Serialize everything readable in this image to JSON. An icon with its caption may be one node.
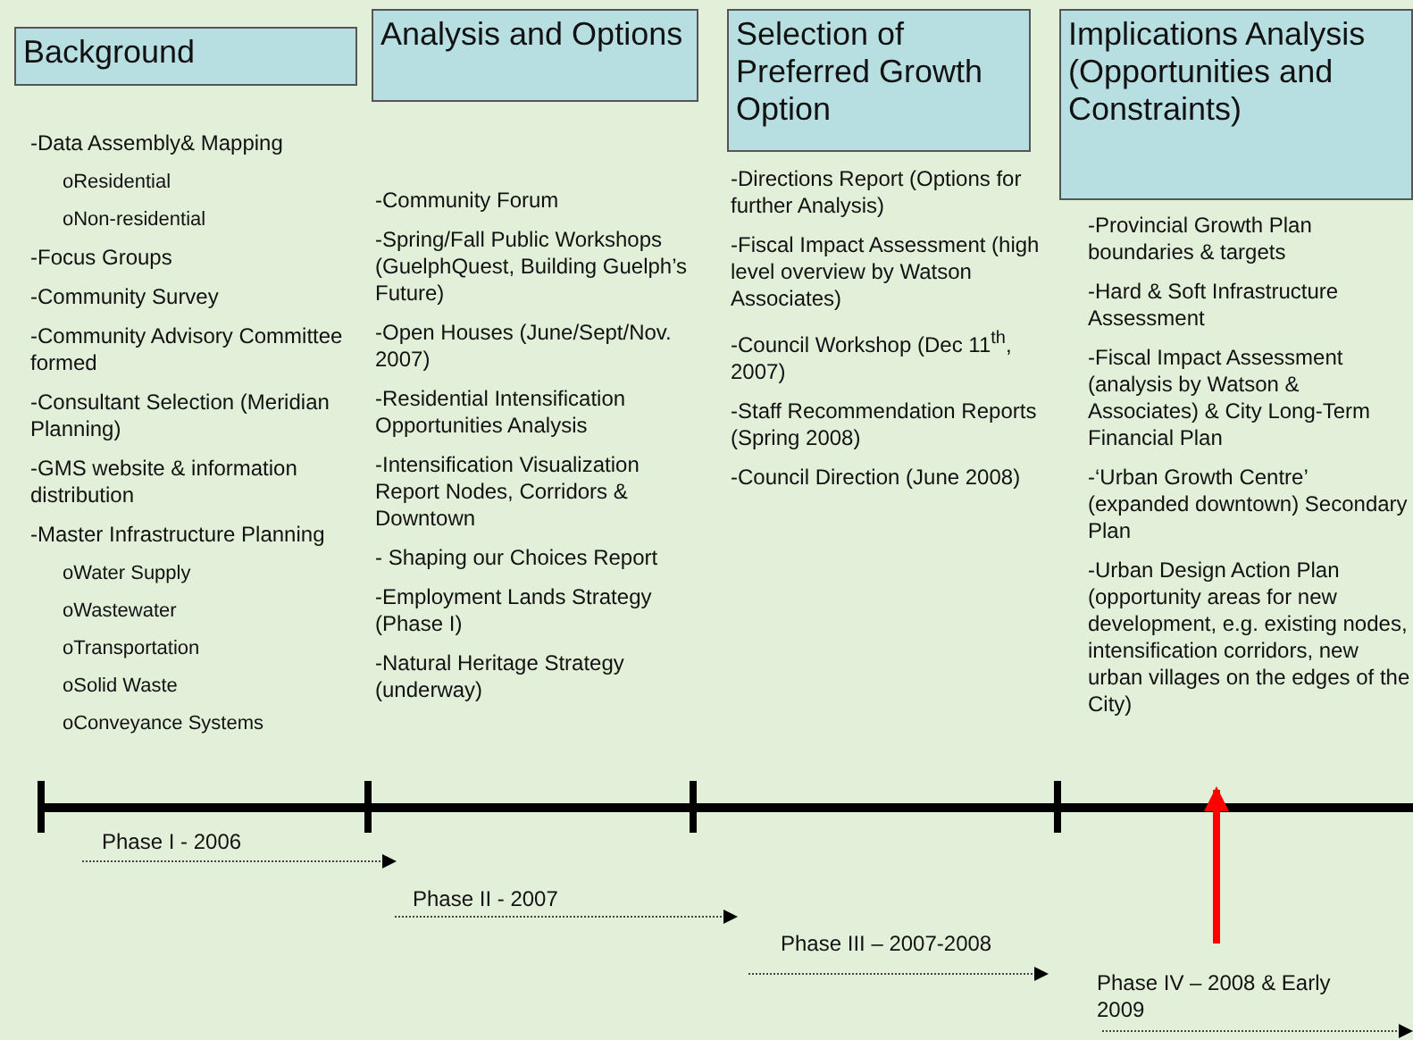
{
  "diagram": {
    "nodes": [
      {
        "text": [
          "Background"
        ],
        "beside": [
          "-Data Assembly& Mapping",
          "oResidential",
          "oNon-residential",
          "-Focus Groups",
          "-Community Survey",
          "-Community Advisory Committee formed",
          "-Consultant Selection (Meridian Planning)",
          "-GMS website & information distribution",
          "-Master Infrastructure Planning",
          "oWater Supply",
          "oWastewater",
          "oTransportation",
          "oSolid Waste",
          "oConveyance Systems"
        ]
      },
      {
        "text": [
          "Analysis and Options"
        ],
        "beside": [
          "-Community Forum",
          "-Spring/Fall Public Workshops (GuelphQuest, Building Guelph’s Future)",
          "-Open Houses (June/Sept/Nov. 2007)",
          "-Residential Intensification Opportunities Analysis",
          "-Intensification Visualization Report Nodes, Corridors & Downtown",
          "- Shaping our Choices Report",
          "-Employment Lands Strategy (Phase I)",
          "-Natural Heritage Strategy (underway)"
        ]
      },
      {
        "text": [
          "Selection of Preferred Growth Option"
        ],
        "beside": [
          "-Directions Report (Options for further Analysis)",
          "-Fiscal Impact Assessment (high level overview by Watson Associates)",
          "-Council Workshop (Dec 11$^{th}$, 2007)",
          "-Staff Recommendation Reports (Spring 2008)",
          "-Council Direction (June 2008)"
        ]
      },
      {
        "text": [
          "Implications Analysis (Opportunities and Constraints)"
        ],
        "beside": [
          "-Provincial Growth Plan boundaries & targets",
          "-Hard & Soft Infrastructure Assessment",
          "-Fiscal Impact Assessment (analysis by Watson & Associates) & City Long-Term Financial Plan",
          "-‘Urban Growth Centre’ (expanded downtown) Secondary Plan",
          "-Urban Design Action Plan (opportunity areas for new development, e.g. existing nodes, intensification corridors, new  urban villages on the edges of the City)"
        ]
      }
    ],
    "labels": [
      "Phase I - 2006",
      "Phase II - 2007",
      "Phase III – 2007-2008",
      "Phase IV – 2008 & Early 2009"
    ]
  }
}
